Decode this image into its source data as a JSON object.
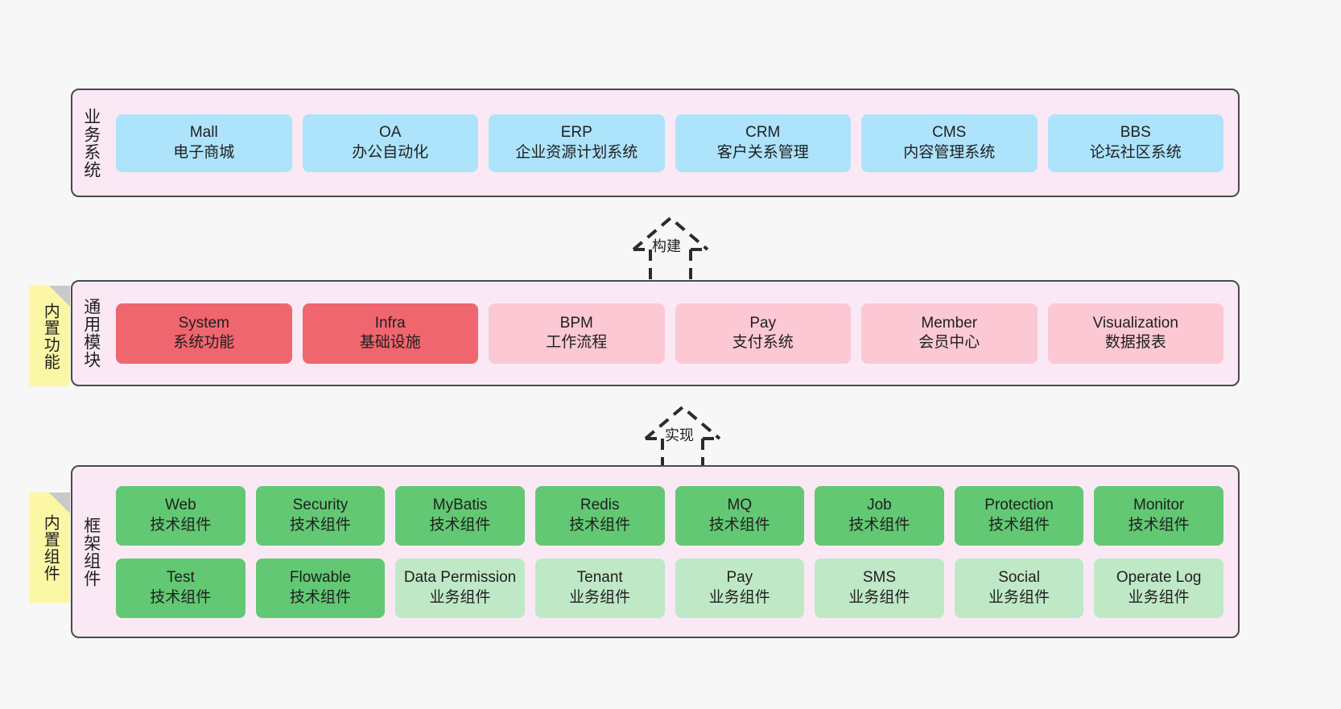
{
  "diagram": {
    "title_hidden": "",
    "background_color": "#f7f7f7",
    "panel_color": "#fae9f4",
    "border_color": "#4a4a4a"
  },
  "layers": [
    {
      "id": "business-systems",
      "title": "业务系统",
      "note": null,
      "rows": [
        {
          "boxes": [
            {
              "title": "Mall",
              "sub": "电子商城",
              "color": "#ade3fb",
              "style": "c-blue"
            },
            {
              "title": "OA",
              "sub": "办公自动化",
              "color": "#ade3fb",
              "style": "c-blue"
            },
            {
              "title": "ERP",
              "sub": "企业资源计划系统",
              "color": "#ade3fb",
              "style": "c-blue"
            },
            {
              "title": "CRM",
              "sub": "客户关系管理",
              "color": "#ade3fb",
              "style": "c-blue"
            },
            {
              "title": "CMS",
              "sub": "内容管理系统",
              "color": "#ade3fb",
              "style": "c-blue"
            },
            {
              "title": "BBS",
              "sub": "论坛社区系统",
              "color": "#ade3fb",
              "style": "c-blue"
            }
          ]
        }
      ]
    },
    {
      "id": "common-modules",
      "title": "通用模块",
      "note": "内置功能",
      "rows": [
        {
          "boxes": [
            {
              "title": "System",
              "sub": "系统功能",
              "color": "#f0666e",
              "style": "c-red"
            },
            {
              "title": "Infra",
              "sub": "基础设施",
              "color": "#f0666e",
              "style": "c-red"
            },
            {
              "title": "BPM",
              "sub": "工作流程",
              "color": "#fbc8d4",
              "style": "c-pink"
            },
            {
              "title": "Pay",
              "sub": "支付系统",
              "color": "#fbc8d4",
              "style": "c-pink"
            },
            {
              "title": "Member",
              "sub": "会员中心",
              "color": "#fbc8d4",
              "style": "c-pink"
            },
            {
              "title": "Visualization",
              "sub": "数据报表",
              "color": "#fbc8d4",
              "style": "c-pink"
            }
          ]
        }
      ]
    },
    {
      "id": "framework-components",
      "title": "框架组件",
      "note": "内置组件",
      "rows": [
        {
          "boxes": [
            {
              "title": "Web",
              "sub": "技术组件",
              "color": "#62c873",
              "style": "c-green"
            },
            {
              "title": "Security",
              "sub": "技术组件",
              "color": "#62c873",
              "style": "c-green"
            },
            {
              "title": "MyBatis",
              "sub": "技术组件",
              "color": "#62c873",
              "style": "c-green"
            },
            {
              "title": "Redis",
              "sub": "技术组件",
              "color": "#62c873",
              "style": "c-green"
            },
            {
              "title": "MQ",
              "sub": "技术组件",
              "color": "#62c873",
              "style": "c-green"
            },
            {
              "title": "Job",
              "sub": "技术组件",
              "color": "#62c873",
              "style": "c-green"
            },
            {
              "title": "Protection",
              "sub": "技术组件",
              "color": "#62c873",
              "style": "c-green"
            },
            {
              "title": "Monitor",
              "sub": "技术组件",
              "color": "#62c873",
              "style": "c-green"
            }
          ]
        },
        {
          "boxes": [
            {
              "title": "Test",
              "sub": "技术组件",
              "color": "#62c873",
              "style": "c-green"
            },
            {
              "title": "Flowable",
              "sub": "技术组件",
              "color": "#62c873",
              "style": "c-green"
            },
            {
              "title": "Data Permission",
              "sub": "业务组件",
              "color": "#bfe8c7",
              "style": "c-lightgreen",
              "wrap": true
            },
            {
              "title": "Tenant",
              "sub": "业务组件",
              "color": "#bfe8c7",
              "style": "c-lightgreen"
            },
            {
              "title": "Pay",
              "sub": "业务组件",
              "color": "#bfe8c7",
              "style": "c-lightgreen"
            },
            {
              "title": "SMS",
              "sub": "业务组件",
              "color": "#bfe8c7",
              "style": "c-lightgreen"
            },
            {
              "title": "Social",
              "sub": "业务组件",
              "color": "#bfe8c7",
              "style": "c-lightgreen"
            },
            {
              "title": "Operate Log",
              "sub": "业务组件",
              "color": "#bfe8c7",
              "style": "c-lightgreen"
            }
          ]
        }
      ]
    }
  ],
  "connectors": [
    {
      "id": "build",
      "label": "构建",
      "from": "common-modules",
      "to": "business-systems",
      "style": "dashed-generalization"
    },
    {
      "id": "implement",
      "label": "实现",
      "from": "framework-components",
      "to": "common-modules",
      "style": "dashed-generalization"
    }
  ]
}
